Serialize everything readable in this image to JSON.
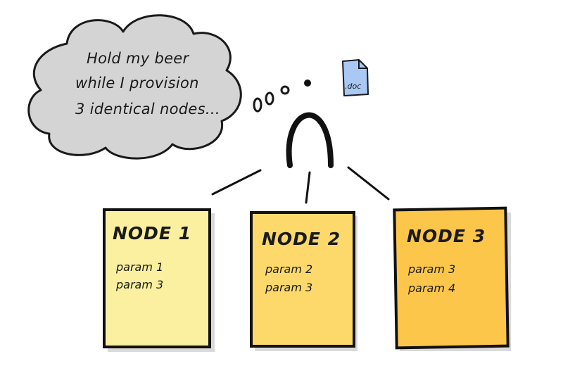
{
  "thought": {
    "lines": [
      "Hold my beer",
      "while I provision",
      "3 identical nodes..."
    ],
    "fill_color": "#d4d4d4"
  },
  "document": {
    "label": ".doc",
    "fill_color": "#a9c8f3"
  },
  "nodes": [
    {
      "title": "NODE 1",
      "params": [
        "param 1",
        "param 3"
      ],
      "fill_color": "#fbf0a0"
    },
    {
      "title": "NODE 2",
      "params": [
        "param 2",
        "param 3"
      ],
      "fill_color": "#fcd96a"
    },
    {
      "title": "NODE 3",
      "params": [
        "param 3",
        "param 4"
      ],
      "fill_color": "#fcc64a"
    }
  ]
}
